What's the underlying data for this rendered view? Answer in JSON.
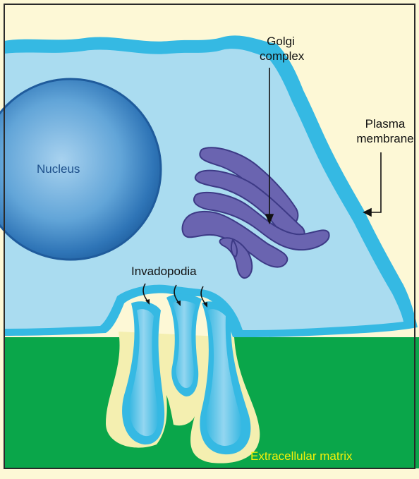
{
  "labels": {
    "nucleus": "Nucleus",
    "golgi_line1": "Golgi",
    "golgi_line2": "complex",
    "plasma_line1": "Plasma",
    "plasma_line2": "membrane",
    "invadopodia": "Invadopodia",
    "extracellular_matrix": "Extracellular matrix"
  },
  "colors": {
    "background": "#fdf8d6",
    "cytoplasm": "#a9dcef",
    "membrane": "#3bbde4",
    "nucleus": "#2d75b8",
    "golgi": "#6a64b0",
    "matrix": "#0aa64a",
    "matrix_label": "#f3f00a",
    "frame": "#2a2a2a"
  }
}
